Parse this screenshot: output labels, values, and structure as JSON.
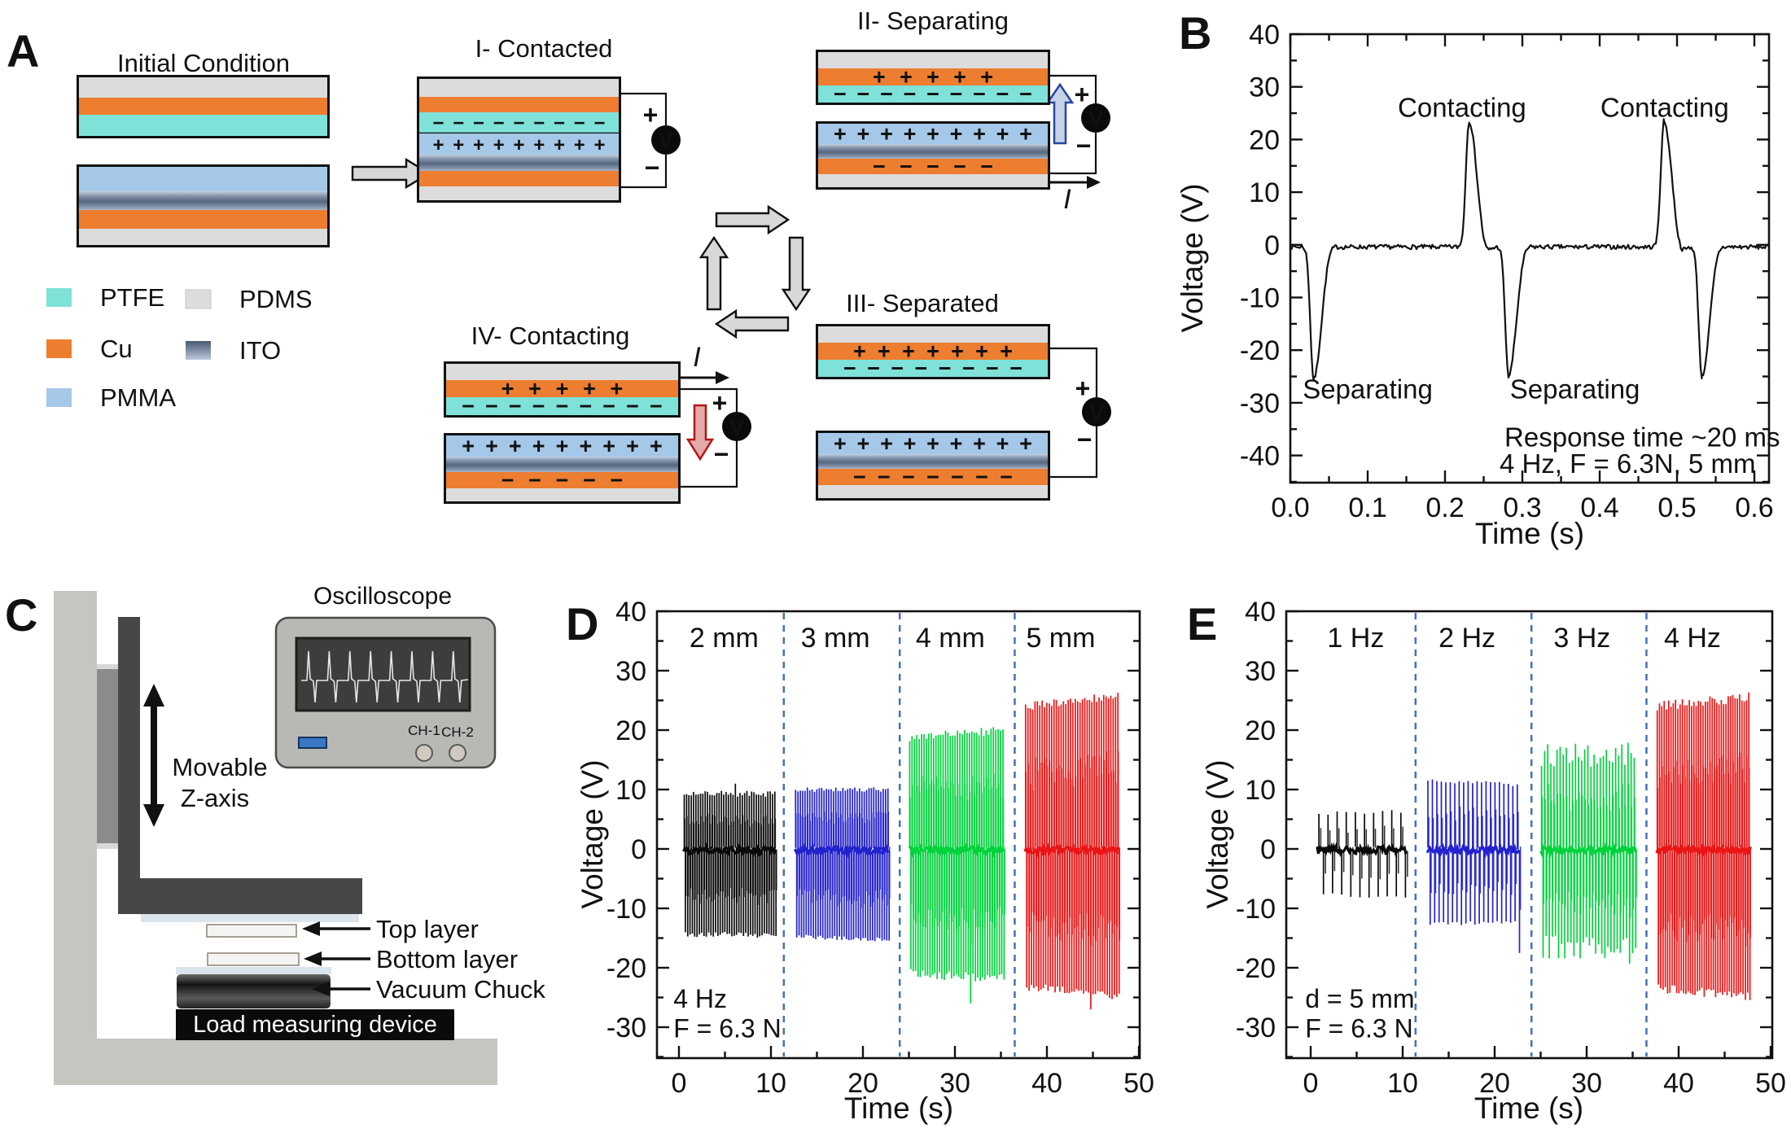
{
  "figure": {
    "panel_labels": {
      "A": "A",
      "B": "B",
      "C": "C",
      "D": "D",
      "E": "E"
    }
  },
  "panelA": {
    "titles": {
      "initial": "Initial Condition",
      "s1": "I- Contacted",
      "s2": "II- Separating",
      "s3": "III- Separated",
      "s4": "IV- Contacting"
    },
    "materials": {
      "PTFE": "#7ee2d9",
      "PDMS": "#dcdcdc",
      "Cu": "#ed7d2f",
      "PMMA": "#a6c8e8",
      "ITO": "gradient"
    },
    "legend": [
      {
        "label": "PTFE",
        "swatch": "PTFE"
      },
      {
        "label": "PDMS",
        "swatch": "PDMS"
      },
      {
        "label": "Cu",
        "swatch": "Cu"
      },
      {
        "label": "ITO",
        "swatch": "ITO"
      },
      {
        "label": "PMMA",
        "swatch": "PMMA"
      }
    ],
    "charge_colors": {
      "black": "#121212",
      "red": "#c11212",
      "blue": "#2d55a8"
    },
    "meter": {
      "symbol": "V",
      "plus": "+",
      "minus": "−"
    },
    "current_label": "I",
    "stacks": [
      {
        "id": "init-top",
        "layers": [
          {
            "m": "PDMS"
          },
          {
            "m": "Cu"
          },
          {
            "m": "PTFE"
          }
        ]
      },
      {
        "id": "init-bottom",
        "layers": [
          {
            "m": "PMMA"
          },
          {
            "m": "ITO"
          },
          {
            "m": "Cu"
          },
          {
            "m": "PDMS"
          }
        ]
      },
      {
        "id": "contacted",
        "layers": [
          {
            "m": "PDMS"
          },
          {
            "m": "Cu"
          },
          {
            "m": "PTFE",
            "charge": {
              "text": "− − − − − − − − −",
              "color": "black",
              "align": "bottom"
            },
            "divider_below": true
          },
          {
            "m": "PMMA",
            "charge": {
              "text": "+ + + + + + + + +",
              "color": "black",
              "align": "top"
            }
          },
          {
            "m": "ITO"
          },
          {
            "m": "Cu"
          },
          {
            "m": "PDMS"
          }
        ]
      },
      {
        "id": "separating-top",
        "layers": [
          {
            "m": "PDMS"
          },
          {
            "m": "Cu",
            "charge": {
              "text": "+ + + + +",
              "color": "red",
              "align": "center"
            }
          },
          {
            "m": "PTFE",
            "charge": {
              "text": "− − − − − − − − −",
              "color": "black",
              "align": "center"
            }
          }
        ]
      },
      {
        "id": "separating-bottom",
        "layers": [
          {
            "m": "PMMA",
            "charge": {
              "text": "+ + + + + + + + +",
              "color": "black",
              "align": "center"
            }
          },
          {
            "m": "ITO"
          },
          {
            "m": "Cu",
            "charge": {
              "text": "− − − − −",
              "color": "blue",
              "align": "center"
            }
          },
          {
            "m": "PDMS"
          }
        ]
      },
      {
        "id": "separated-top",
        "layers": [
          {
            "m": "PDMS"
          },
          {
            "m": "Cu",
            "charge": {
              "text": "+ + + + + + +",
              "color": "red",
              "align": "center"
            }
          },
          {
            "m": "PTFE",
            "charge": {
              "text": "− − − − − − − −",
              "color": "black",
              "align": "center"
            }
          }
        ]
      },
      {
        "id": "separated-bottom",
        "layers": [
          {
            "m": "PMMA",
            "charge": {
              "text": "+ + + + + + + + +",
              "color": "black",
              "align": "center"
            }
          },
          {
            "m": "ITO"
          },
          {
            "m": "Cu",
            "charge": {
              "text": "− − − − − − −",
              "color": "blue",
              "align": "center"
            }
          },
          {
            "m": "PDMS"
          }
        ]
      },
      {
        "id": "contacting-top",
        "layers": [
          {
            "m": "PDMS"
          },
          {
            "m": "Cu",
            "charge": {
              "text": "+ + + + +",
              "color": "red",
              "align": "center"
            }
          },
          {
            "m": "PTFE",
            "charge": {
              "text": "− − − − − − − − −",
              "color": "black",
              "align": "center"
            }
          }
        ]
      },
      {
        "id": "contacting-bottom",
        "layers": [
          {
            "m": "PMMA",
            "charge": {
              "text": "+ + + + + + + + +",
              "color": "black",
              "align": "center"
            }
          },
          {
            "m": "ITO"
          },
          {
            "m": "Cu",
            "charge": {
              "text": "− − − − −",
              "color": "blue",
              "align": "center"
            }
          },
          {
            "m": "PDMS"
          }
        ]
      }
    ]
  },
  "panelC": {
    "oscilloscope_title": "Oscilloscope",
    "ch1": "CH-1",
    "ch2": "CH-2",
    "movable_line1": "Movable",
    "movable_line2": "Z-axis",
    "labels": [
      "Top layer",
      "Bottom layer",
      "Vacuum Chuck"
    ],
    "load_label": "Load measuring device"
  },
  "chart_data": [
    {
      "id": "B",
      "type": "line",
      "title": "",
      "xlabel": "Time (s)",
      "ylabel": "Voltage (V)",
      "xlim": [
        0,
        0.619
      ],
      "ylim": [
        -45.2,
        40
      ],
      "xticks": [
        0.0,
        0.1,
        0.2,
        0.3,
        0.4,
        0.5,
        0.6
      ],
      "xtick_labels": [
        "0.0",
        "0.1",
        "0.2",
        "0.3",
        "0.4",
        "0.5",
        "0.6"
      ],
      "yticks": [
        -40,
        -30,
        -20,
        -10,
        0,
        10,
        20,
        30,
        40
      ],
      "x_minor_step": 0.05,
      "y_minor_step": 5,
      "grid": false,
      "line_color": "#111111",
      "baseline": -0.4,
      "events": [
        {
          "type": "dip",
          "t": 0.03,
          "v": -25.5,
          "label": "Separating"
        },
        {
          "type": "peak",
          "t": 0.231,
          "v": 23.5,
          "label": "Contacting"
        },
        {
          "type": "dip",
          "t": 0.282,
          "v": -25.0,
          "label": "Separating"
        },
        {
          "type": "peak",
          "t": 0.483,
          "v": 23.5,
          "label": "Contacting"
        },
        {
          "type": "dip",
          "t": 0.532,
          "v": -25.0
        }
      ],
      "annotations": [
        {
          "text": "Contacting",
          "x": 0.222,
          "y": 26
        },
        {
          "text": "Contacting",
          "x": 0.484,
          "y": 26
        },
        {
          "text": "Separating",
          "x": 0.1,
          "y": -27.5
        },
        {
          "text": "Separating",
          "x": 0.368,
          "y": -27.5
        },
        {
          "text": "Response time ~20 ms",
          "x": 0.455,
          "y": -36.6
        },
        {
          "text": "4 Hz, F = 6.3N, 5 mm",
          "x": 0.436,
          "y": -41.6
        }
      ]
    },
    {
      "id": "D",
      "type": "line",
      "title": "",
      "xlabel": "Time (s)",
      "ylabel": "Voltage (V)",
      "xlim": [
        -2.4,
        50.2
      ],
      "ylim": [
        -35.2,
        40
      ],
      "xticks": [
        0,
        10,
        20,
        30,
        40,
        50
      ],
      "yticks": [
        -30,
        -20,
        -10,
        0,
        10,
        20,
        30,
        40
      ],
      "x_minor_step": 5,
      "y_minor_step": 5,
      "grid": false,
      "dividers_x": [
        11.4,
        24.0,
        36.5
      ],
      "divider_color": "#4272b8",
      "condition_lines": [
        {
          "text": "4 Hz",
          "x": -0.6,
          "y": -25.2
        },
        {
          "text": "F = 6.3 N",
          "x": -0.6,
          "y": -30.2
        }
      ],
      "groups": [
        {
          "label": "2 mm",
          "label_x": 4.9,
          "label_y": 35.5,
          "color": "#0a0a0a",
          "t0": 0.5,
          "t1": 10.6,
          "cycles": 40,
          "vmax": [
            9.5,
            9.2
          ],
          "vmin": [
            -14.3,
            -14.7
          ],
          "jitter": 0.5,
          "outliers": [
            {
              "i": 22,
              "vmax": 11.0
            }
          ]
        },
        {
          "label": "3 mm",
          "label_x": 17.0,
          "label_y": 35.5,
          "color": "#2222cc",
          "t0": 12.6,
          "t1": 22.9,
          "cycles": 40,
          "vmax": [
            10.0,
            10.0
          ],
          "vmin": [
            -14.8,
            -15.2
          ],
          "jitter": 0.4,
          "outliers": []
        },
        {
          "label": "4 mm",
          "label_x": 29.5,
          "label_y": 35.5,
          "color": "#00d23c",
          "t0": 25.0,
          "t1": 35.4,
          "cycles": 40,
          "vmax": [
            18.5,
            20.2
          ],
          "vmin": [
            -21.0,
            -21.8
          ],
          "jitter": 0.8,
          "outliers": [
            {
              "i": 25,
              "vmin": -26.0
            }
          ]
        },
        {
          "label": "5 mm",
          "label_x": 41.5,
          "label_y": 35.5,
          "color": "#ea1515",
          "t0": 37.6,
          "t1": 47.9,
          "cycles": 40,
          "vmax": [
            24.0,
            25.8
          ],
          "vmin": [
            -23.2,
            -24.8
          ],
          "jitter": 0.7,
          "outliers": [
            {
              "i": 27,
              "vmin": -27.0
            }
          ]
        }
      ]
    },
    {
      "id": "E",
      "type": "line",
      "title": "",
      "xlabel": "Time (s)",
      "ylabel": "Voltage (V)",
      "xlim": [
        -2.3,
        50.2
      ],
      "ylim": [
        -35.2,
        40
      ],
      "xticks": [
        0,
        10,
        20,
        30,
        40,
        50
      ],
      "yticks": [
        -30,
        -20,
        -10,
        0,
        10,
        20,
        30,
        40
      ],
      "x_minor_step": 5,
      "y_minor_step": 5,
      "grid": false,
      "dividers_x": [
        11.4,
        24.0,
        36.5
      ],
      "divider_color": "#4272b8",
      "condition_lines": [
        {
          "text": "d = 5 mm",
          "x": -0.6,
          "y": -25.2
        },
        {
          "text": "F = 6.3 N",
          "x": -0.6,
          "y": -30.2
        }
      ],
      "groups": [
        {
          "label": "1 Hz",
          "label_x": 4.9,
          "label_y": 35.5,
          "color": "#0a0a0a",
          "t0": 0.6,
          "t1": 10.5,
          "cycles": 10,
          "vmax": [
            6.0,
            6.3
          ],
          "vmin": [
            -7.6,
            -8.2
          ],
          "jitter": 0.3,
          "outliers": []
        },
        {
          "label": "2 Hz",
          "label_x": 17.0,
          "label_y": 35.5,
          "color": "#2222cc",
          "t0": 12.6,
          "t1": 22.8,
          "cycles": 21,
          "vmax": [
            11.5,
            10.8
          ],
          "vmin": [
            -12.6,
            -12.4
          ],
          "jitter": 0.35,
          "outliers": [
            {
              "i": 20,
              "vmin": -17.5
            }
          ]
        },
        {
          "label": "3 Hz",
          "label_x": 29.5,
          "label_y": 35.5,
          "color": "#00d23c",
          "t0": 25.0,
          "t1": 35.4,
          "cycles": 31,
          "vmax": [
            16.0,
            16.0
          ],
          "vmin": [
            -16.5,
            -17.2
          ],
          "jitter": 2.2,
          "outliers": []
        },
        {
          "label": "4 Hz",
          "label_x": 41.5,
          "label_y": 35.5,
          "color": "#ea1515",
          "t0": 37.6,
          "t1": 47.8,
          "cycles": 41,
          "vmax": [
            24.0,
            25.6
          ],
          "vmin": [
            -23.4,
            -25.0
          ],
          "jitter": 0.8,
          "outliers": []
        }
      ]
    }
  ]
}
